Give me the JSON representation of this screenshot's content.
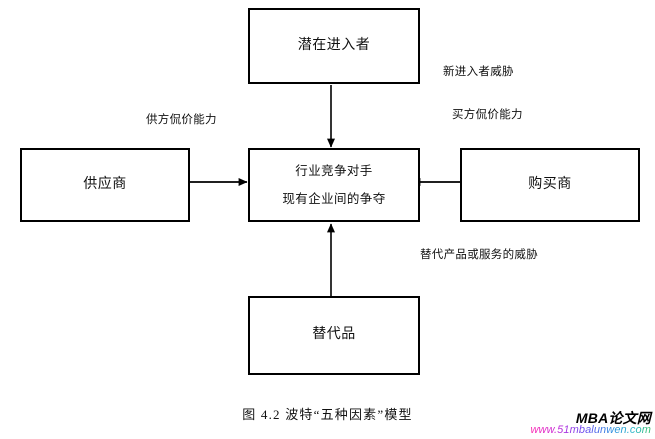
{
  "figure": {
    "caption": "图 4.2 波特“五种因素”模型",
    "nodes": {
      "potential_entrants": "潜在进入者",
      "rivalry_line1": "行业竞争对手",
      "rivalry_line2": "现有企业间的争夺",
      "suppliers": "供应商",
      "buyers": "购买商",
      "substitutes": "替代品"
    },
    "edge_labels": {
      "supplier_power": "供方侃价能力",
      "new_entrant_threat": "新进入者威胁",
      "buyer_power": "买方侃价能力",
      "substitute_threat": "替代产品或服务的威胁"
    },
    "colors": {
      "box_border": "#000000",
      "arrow": "#000000",
      "text": "#111111",
      "background": "#ffffff"
    }
  },
  "watermark": {
    "title": "MBA论文网",
    "url": "www.51mbalunwen.com"
  }
}
